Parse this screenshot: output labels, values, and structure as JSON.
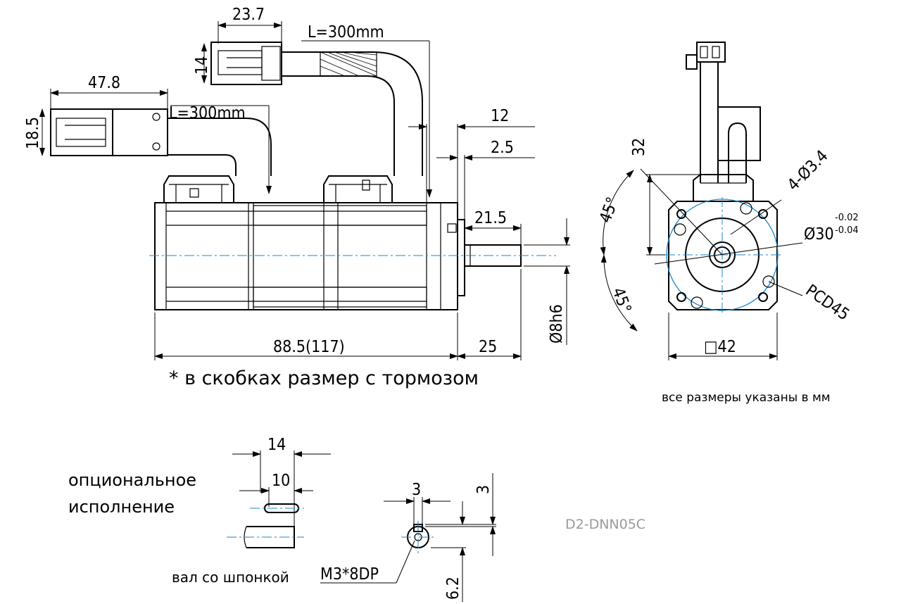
{
  "dimensions": {
    "connector_width": "23.7",
    "connector_height": "14",
    "cable_length_top": "L=300mm",
    "encoder_connector_width": "47.8",
    "encoder_connector_height": "18.5",
    "cable_length_encoder": "L=300mm",
    "flange_offset": "12",
    "flange_thickness": "2.5",
    "shaft_exposed": "21.5",
    "body_length": "88.5(117)",
    "shaft_length": "25",
    "shaft_diameter": "Ø8h6",
    "connector_height_end": "32",
    "mount_holes": "4-Ø3.4",
    "pilot_diameter": "Ø30",
    "pilot_tol_upper": "-0.02",
    "pilot_tol_lower": "-0.04",
    "pcd": "PCD45",
    "angle_top": "45°",
    "angle_bottom": "45°",
    "flange_square": "□42",
    "key_length": "14",
    "key_slot": "10",
    "key_width": "3",
    "key_depth": "3",
    "shaft_height": "6.2",
    "thread": "M3*8DP"
  },
  "notes": {
    "brake_note": "* в скобках размер с тормозом",
    "units_note": "все размеры указаны в мм",
    "option_line1": "опциональное",
    "option_line2": "исполнение",
    "keyed_shaft": "вал со шпонкой",
    "model": "D2-DNN05C"
  },
  "colors": {
    "line": "#000000",
    "axis": "#1e88c8",
    "model_text": "#9a9a9a"
  }
}
